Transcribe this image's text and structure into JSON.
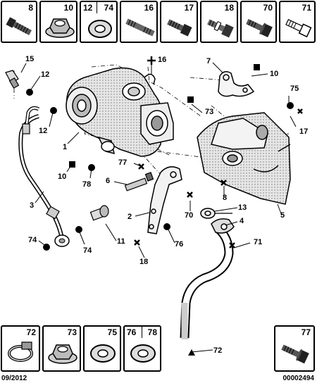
{
  "top_parts": [
    {
      "numbers": [
        "8"
      ],
      "icon": "bolt-icon"
    },
    {
      "numbers": [
        "10"
      ],
      "icon": "flange-nut-icon"
    },
    {
      "numbers": [
        "12",
        "74"
      ],
      "icon": "washer-icon"
    },
    {
      "numbers": [
        "16"
      ],
      "icon": "stud-icon"
    },
    {
      "numbers": [
        "17"
      ],
      "icon": "bolt-icon"
    },
    {
      "numbers": [
        "18"
      ],
      "icon": "banjo-bolt-icon"
    },
    {
      "numbers": [
        "70"
      ],
      "icon": "bolt-icon"
    },
    {
      "numbers": [
        "71"
      ],
      "icon": "bolt-icon"
    }
  ],
  "callouts": [
    {
      "id": "c15",
      "text": "15"
    },
    {
      "id": "c12a",
      "text": "12"
    },
    {
      "id": "c12b",
      "text": "12"
    },
    {
      "id": "c16",
      "text": "16"
    },
    {
      "id": "c7",
      "text": "7"
    },
    {
      "id": "c10a",
      "text": "10"
    },
    {
      "id": "c75",
      "text": "75"
    },
    {
      "id": "c73",
      "text": "73"
    },
    {
      "id": "c17",
      "text": "17"
    },
    {
      "id": "c1",
      "text": "1"
    },
    {
      "id": "c3",
      "text": "3"
    },
    {
      "id": "c10b",
      "text": "10"
    },
    {
      "id": "c77",
      "text": "77"
    },
    {
      "id": "c78",
      "text": "78"
    },
    {
      "id": "c6",
      "text": "6"
    },
    {
      "id": "c8",
      "text": "8"
    },
    {
      "id": "c2",
      "text": "2"
    },
    {
      "id": "c70",
      "text": "70"
    },
    {
      "id": "c13",
      "text": "13"
    },
    {
      "id": "c4",
      "text": "4"
    },
    {
      "id": "c5",
      "text": "5"
    },
    {
      "id": "c74a",
      "text": "74"
    },
    {
      "id": "c74b",
      "text": "74"
    },
    {
      "id": "c11",
      "text": "11"
    },
    {
      "id": "c76",
      "text": "76"
    },
    {
      "id": "c71",
      "text": "71"
    },
    {
      "id": "c18",
      "text": "18"
    },
    {
      "id": "c72",
      "text": "72"
    }
  ],
  "bottom_parts": [
    {
      "numbers": [
        "72"
      ],
      "icon": "hose-clamp-icon"
    },
    {
      "numbers": [
        "73"
      ],
      "icon": "flange-nut-icon"
    },
    {
      "numbers": [
        "75"
      ],
      "icon": "washer-icon"
    },
    {
      "numbers": [
        "76",
        "78"
      ],
      "icon": "washer-icon"
    },
    {
      "numbers": [
        "77"
      ],
      "icon": "bolt-icon"
    }
  ],
  "footer": {
    "date": "09/2012",
    "reference": "00002494"
  }
}
